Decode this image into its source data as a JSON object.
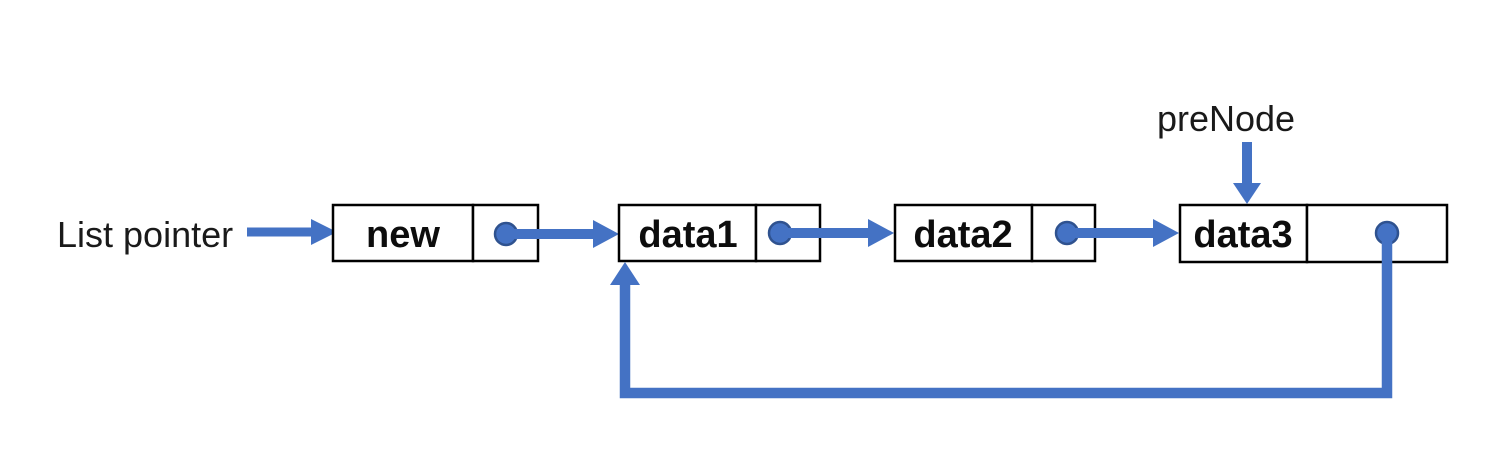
{
  "diagram": {
    "list_pointer_label": "List pointer",
    "prenode_label": "preNode",
    "nodes": [
      {
        "label": "new"
      },
      {
        "label": "data1"
      },
      {
        "label": "data2"
      },
      {
        "label": "data3"
      }
    ],
    "colors": {
      "arrow_blue": "#4472C4",
      "pointer_dot_fill": "#4472C4",
      "pointer_dot_stroke": "#2F528F",
      "box_border": "#000000",
      "text": "#0d0d0d",
      "background": "#FFFFFF"
    }
  }
}
